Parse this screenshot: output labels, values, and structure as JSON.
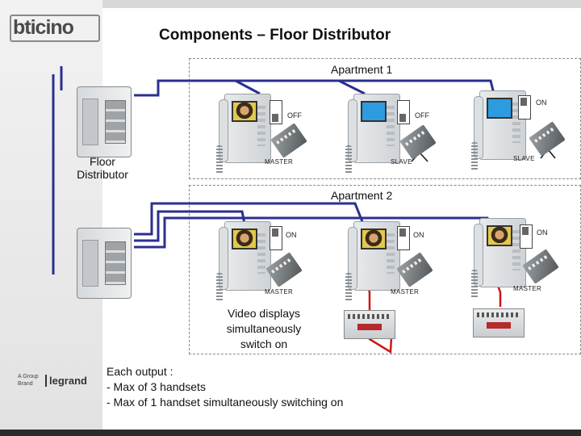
{
  "brand": {
    "logo_text": "bticino",
    "group_line1": "A Group",
    "group_line2": "Brand",
    "group_logo_text": "legrand"
  },
  "header": {
    "title": "Components – Floor Distributor"
  },
  "apartment1": {
    "label": "Apartment 1",
    "units": [
      {
        "switch": "OFF",
        "role": "MASTER",
        "screen": "face"
      },
      {
        "switch": "OFF",
        "role": "SLAVE",
        "screen": "blue"
      },
      {
        "switch": "ON",
        "role": "SLAVE",
        "screen": "blue"
      }
    ]
  },
  "apartment2": {
    "label": "Apartment 2",
    "units": [
      {
        "switch": "ON",
        "role": "MASTER",
        "screen": "face"
      },
      {
        "switch": "ON",
        "role": "MASTER",
        "screen": "face"
      },
      {
        "switch": "ON",
        "role": "MASTER",
        "screen": "face"
      }
    ]
  },
  "distributor_label": {
    "line1": "Floor",
    "line2": "Distributor"
  },
  "video_note": {
    "line1": "Video displays",
    "line2": "simultaneously",
    "line3": "switch on"
  },
  "outputs": {
    "line1": "Each output :",
    "line2": "- Max of 3 handsets",
    "line3": "- Max of 1 handset simultaneously switching on"
  },
  "colors": {
    "bus_wire": "#2b2f8f",
    "power_wire": "#d01515",
    "dashed_border": "#888888"
  }
}
